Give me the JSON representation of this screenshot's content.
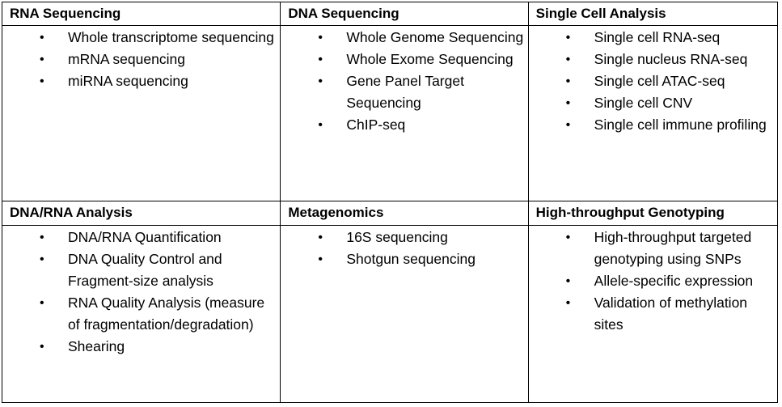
{
  "table": {
    "rows": [
      [
        {
          "header": "RNA Sequencing",
          "items": [
            "Whole transcriptome sequencing",
            "mRNA sequencing",
            "miRNA sequencing"
          ]
        },
        {
          "header": "DNA Sequencing",
          "items": [
            "Whole Genome Sequencing",
            "Whole Exome Sequencing",
            "Gene Panel Target Sequencing",
            "ChIP-seq"
          ]
        },
        {
          "header": "Single Cell Analysis",
          "items": [
            "Single cell RNA-seq",
            "Single nucleus RNA-seq",
            "Single cell ATAC-seq",
            "Single cell CNV",
            "Single cell immune profiling"
          ]
        }
      ],
      [
        {
          "header": "DNA/RNA Analysis",
          "items": [
            "DNA/RNA Quantification",
            "DNA Quality Control and Fragment-size analysis",
            "RNA Quality Analysis (measure of fragmentation/degradation)",
            "Shearing"
          ]
        },
        {
          "header": "Metagenomics",
          "items": [
            "16S sequencing",
            "Shotgun sequencing"
          ]
        },
        {
          "header": "High-throughput Genotyping",
          "items": [
            "High-throughput targeted genotyping using SNPs",
            "Allele-specific expression",
            "Validation of methylation sites"
          ]
        }
      ]
    ]
  },
  "bullet_glyph": "•"
}
